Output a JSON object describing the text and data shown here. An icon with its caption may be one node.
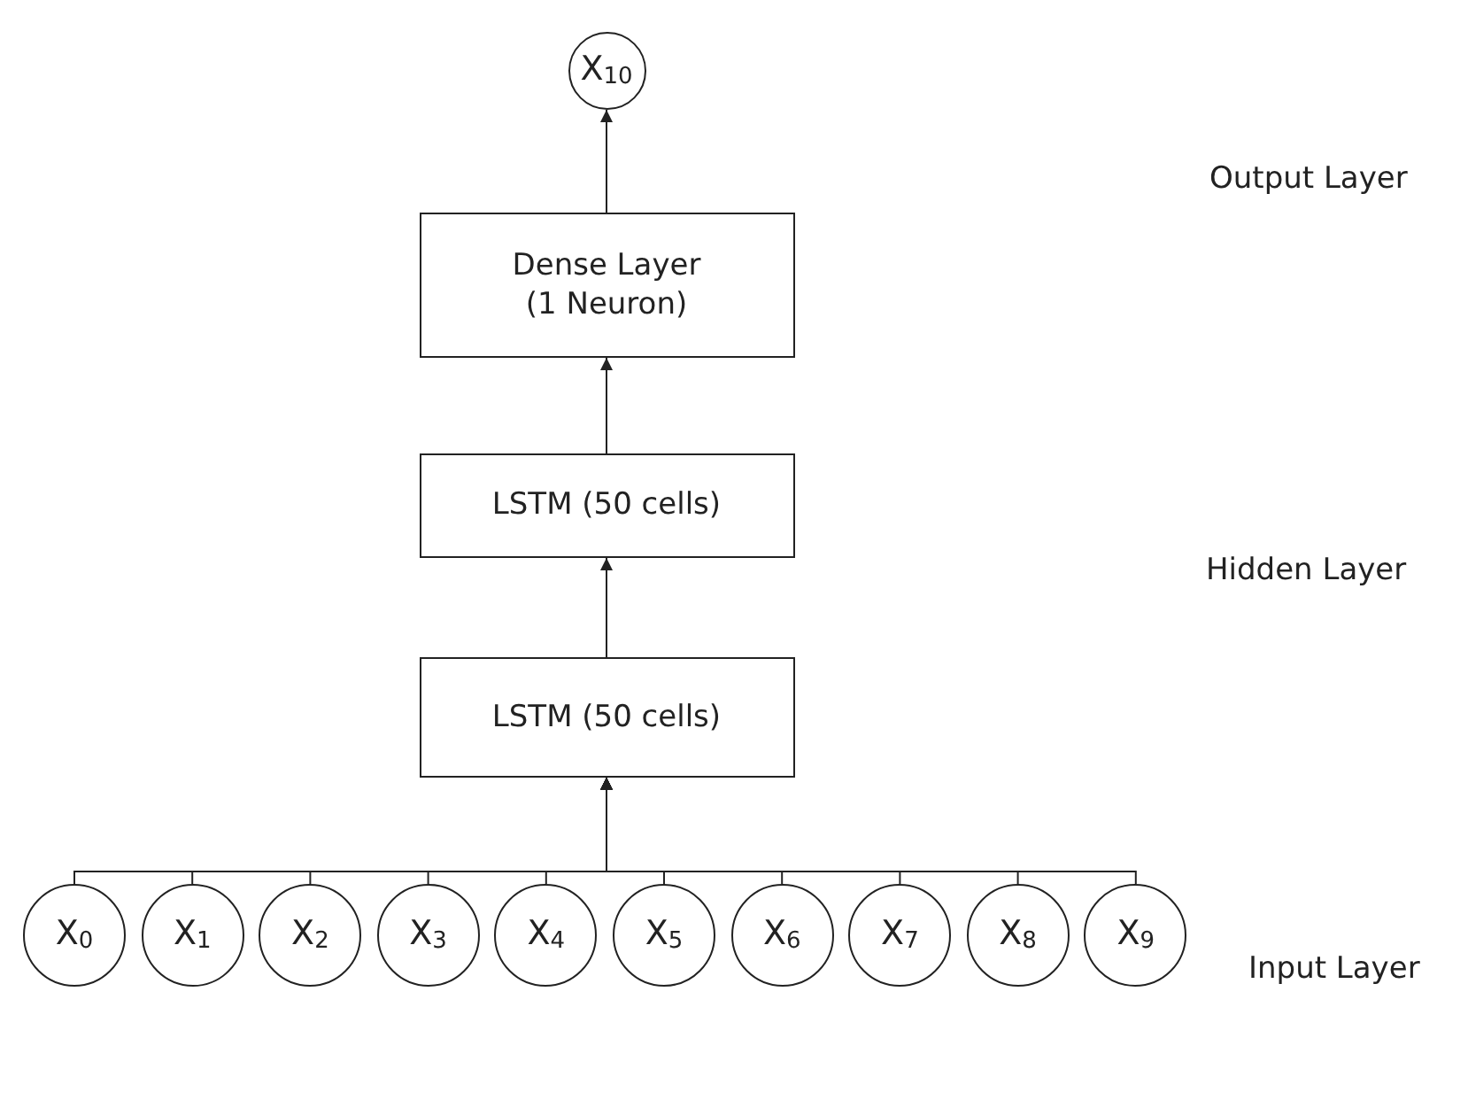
{
  "diagram": {
    "nodes": [
      {
        "text": [
          "X$_{10}$"
        ]
      },
      {
        "text": [
          "Dense Layer (1 Neuron)"
        ]
      },
      {
        "text": [
          "LSTM (50 cells)"
        ]
      },
      {
        "text": [
          "LSTM (50 cells)"
        ]
      },
      {
        "text": [
          "X$_{0}$"
        ]
      },
      {
        "text": [
          "X$_{1}$"
        ]
      },
      {
        "text": [
          "X$_{2}$"
        ]
      },
      {
        "text": [
          "X$_{3}$"
        ]
      },
      {
        "text": [
          "X$_{4}$"
        ]
      },
      {
        "text": [
          "X$_{5}$"
        ]
      },
      {
        "text": [
          "X$_{6}$"
        ]
      },
      {
        "text": [
          "X$_{7}$"
        ]
      },
      {
        "text": [
          "X$_{8}$"
        ]
      },
      {
        "text": [
          "X$_{9}$"
        ]
      }
    ],
    "edges": [
      {
        "from": 1,
        "to": 0,
        "arrow": "to"
      },
      {
        "from": 2,
        "to": 1,
        "arrow": "to"
      },
      {
        "from": 3,
        "to": 2,
        "arrow": "to"
      },
      {
        "from": 4,
        "to": 3,
        "arrow": "to"
      },
      {
        "from": 5,
        "to": 3,
        "arrow": "to"
      },
      {
        "from": 6,
        "to": 3,
        "arrow": "to"
      },
      {
        "from": 7,
        "to": 3,
        "arrow": "to"
      },
      {
        "from": 8,
        "to": 3,
        "arrow": "to"
      },
      {
        "from": 9,
        "to": 3,
        "arrow": "to"
      },
      {
        "from": 10,
        "to": 3,
        "arrow": "to"
      },
      {
        "from": 11,
        "to": 3,
        "arrow": "to"
      },
      {
        "from": 12,
        "to": 3,
        "arrow": "to"
      },
      {
        "from": 13,
        "to": 3,
        "arrow": "to"
      }
    ],
    "labels": [
      "Output Layer",
      "Hidden Layer",
      "Input Layer"
    ]
  }
}
